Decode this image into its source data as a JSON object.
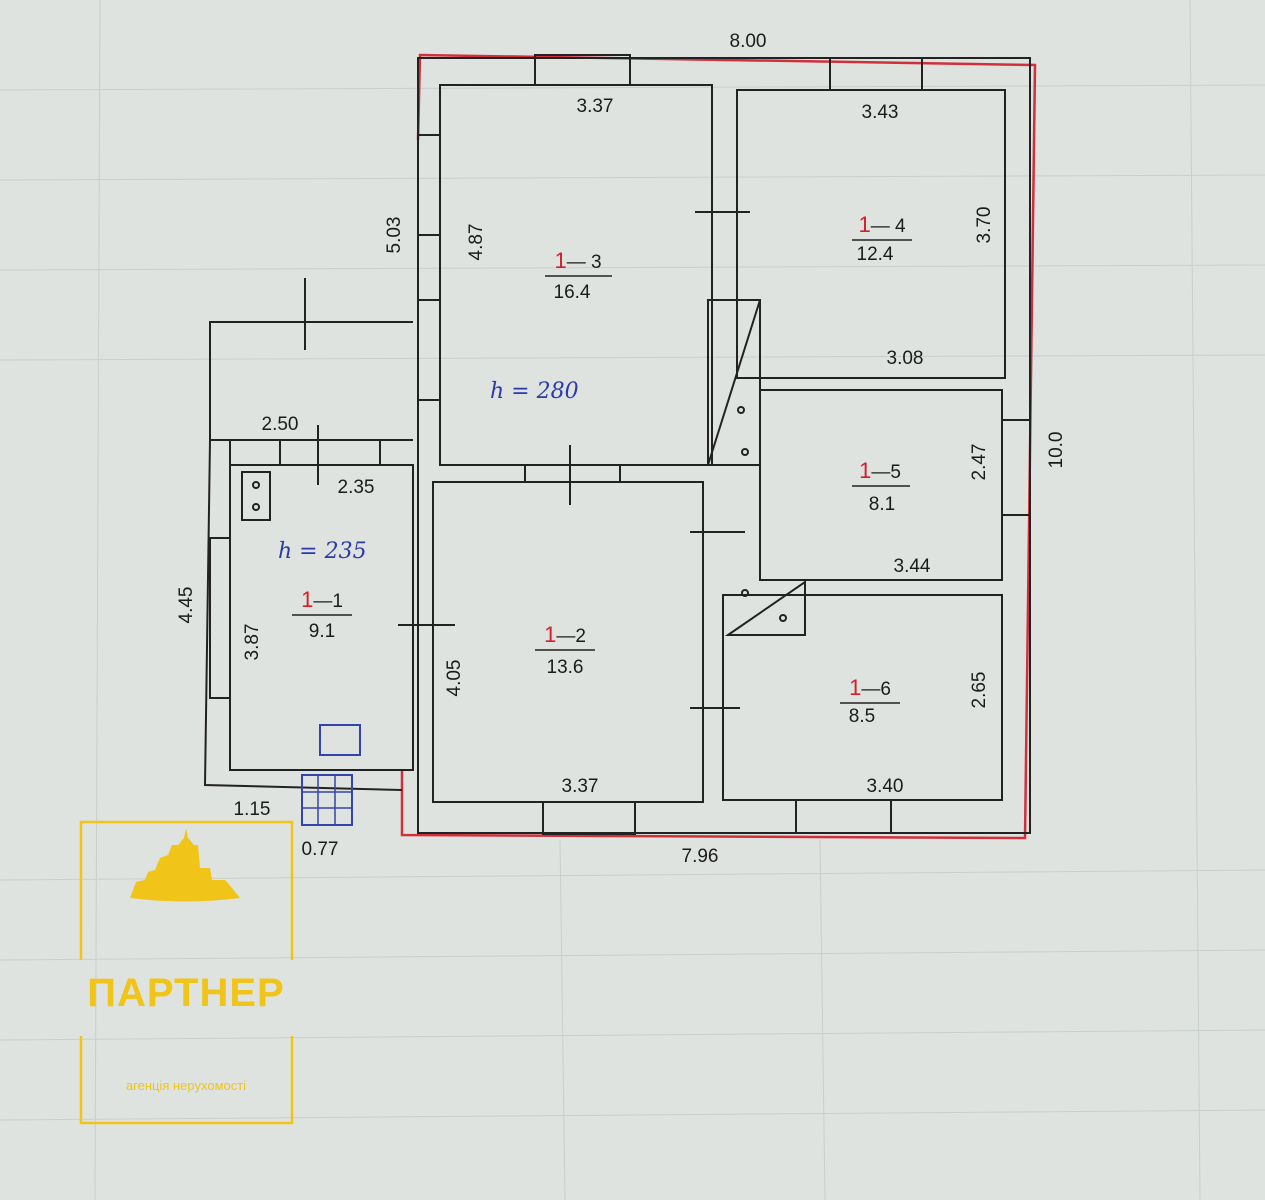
{
  "plan": {
    "dimensions": {
      "top_total": "8.00",
      "bottom_total": "7.96",
      "right_total": "10.0",
      "left_upper": "5.03",
      "left_lower": "4.45",
      "r13_width": "3.37",
      "r13_height": "4.87",
      "r14_width": "3.43",
      "r14_height": "3.70",
      "r14_bottom": "3.08",
      "r15_height": "2.47",
      "r15_bottom": "3.44",
      "r16_height": "2.65",
      "r16_bottom": "3.40",
      "r12_height": "4.05",
      "r12_bottom": "3.37",
      "r11_width": "2.35",
      "r11_height": "3.87",
      "porch_width": "2.50",
      "small_1": "1.15",
      "small_2": "0.77"
    },
    "rooms": [
      {
        "id": "1-1",
        "num": "1",
        "suffix": "—1",
        "area": "9.1"
      },
      {
        "id": "1-2",
        "num": "1",
        "suffix": "—2",
        "area": "13.6"
      },
      {
        "id": "1-3",
        "num": "1",
        "suffix": "— 3",
        "area": "16.4"
      },
      {
        "id": "1-4",
        "num": "1",
        "suffix": "— 4",
        "area": "12.4"
      },
      {
        "id": "1-5",
        "num": "1",
        "suffix": "—5",
        "area": "8.1"
      },
      {
        "id": "1-6",
        "num": "1",
        "suffix": "—6",
        "area": "8.5"
      }
    ],
    "ceiling_main": "h = 280",
    "ceiling_kitchen": "h = 235"
  },
  "logo": {
    "name": "ПАРТНЕР",
    "tagline": "агенція нерухомості",
    "color": "#f0c419"
  }
}
